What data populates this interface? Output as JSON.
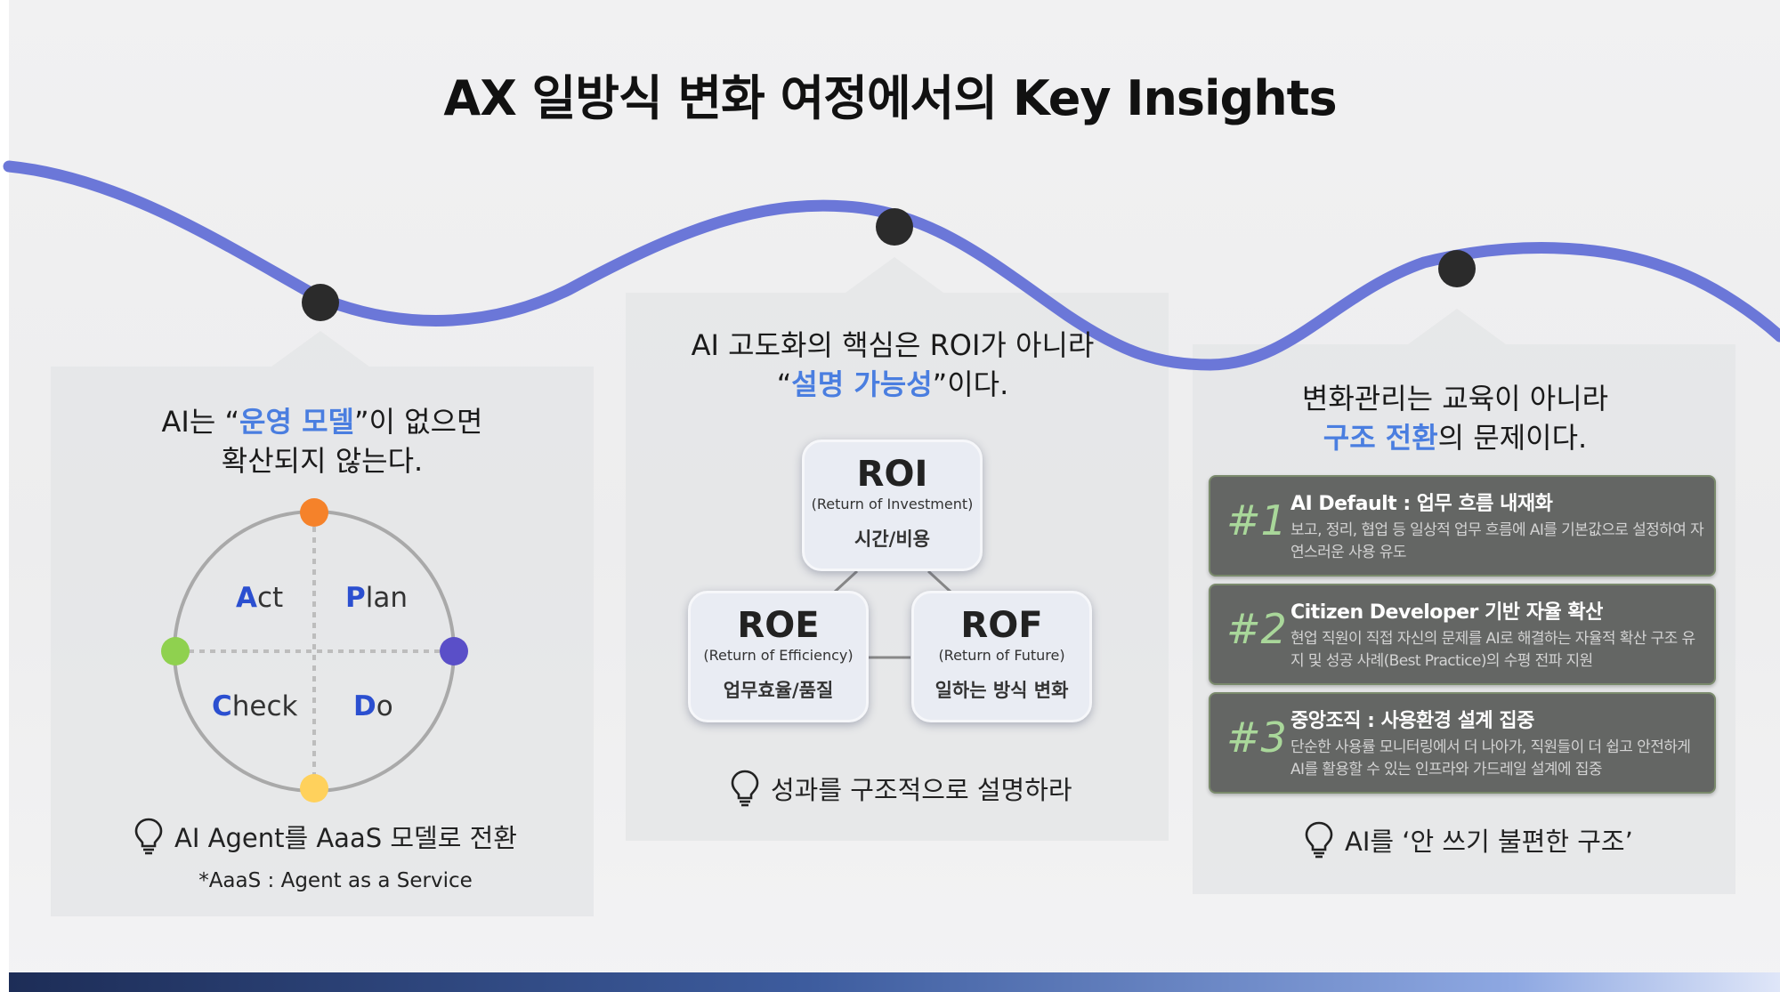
{
  "title": "AX 일방식 변화 여정에서의 Key Insights",
  "colors": {
    "wave": "#6b77d8",
    "highlight": "#4a7ee0",
    "pdca_letter": "#2b4fd0",
    "card_bg": "#646664",
    "card_number": "#a9d79a"
  },
  "panel1": {
    "headline_line1_a": "AI는 “",
    "headline_line1_hl": "운영 모델",
    "headline_line1_b": "”이 없으면",
    "headline_line2": "확산되지 않는다.",
    "pdca": [
      {
        "big": "A",
        "rest": "ct"
      },
      {
        "big": "P",
        "rest": "lan"
      },
      {
        "big": "C",
        "rest": "heck"
      },
      {
        "big": "D",
        "rest": "o"
      }
    ],
    "dot_colors": {
      "top": "#f5822a",
      "right": "#5a4fc8",
      "bottom": "#ffd15c",
      "left": "#8fd14f"
    },
    "tip": "AI Agent를 AaaS 모델로 전환",
    "footnote": "*AaaS : Agent as a Service"
  },
  "panel2": {
    "headline_line1": "AI 고도화의 핵심은 ROI가 아니라",
    "headline_line2_a": "“",
    "headline_line2_hl": "설명 가능성",
    "headline_line2_b": "”이다.",
    "boxes": [
      {
        "abbr": "ROI",
        "full": "(Return of Investment)",
        "kor": "시간/비용"
      },
      {
        "abbr": "ROE",
        "full": "(Return of Efficiency)",
        "kor": "업무효율/품질"
      },
      {
        "abbr": "ROF",
        "full": "(Return of Future)",
        "kor": "일하는 방식 변화"
      }
    ],
    "tip": "성과를 구조적으로 설명하라"
  },
  "panel3": {
    "headline_line1": "변화관리는 교육이 아니라",
    "headline_line2_hl": "구조 전환",
    "headline_line2_b": "의 문제이다.",
    "cards": [
      {
        "num": "#1",
        "title": "AI Default : 업무 흐름 내재화",
        "desc": "보고, 정리, 협업 등 일상적 업무 흐름에 AI를 기본값으로 설정하여 자연스러운 사용 유도"
      },
      {
        "num": "#2",
        "title": "Citizen Developer 기반 자율 확산",
        "desc": "현업 직원이 직접 자신의 문제를 AI로 해결하는 자율적 확산 구조 유지 및 성공 사례(Best Practice)의 수평 전파 지원"
      },
      {
        "num": "#3",
        "title": "중앙조직 : 사용환경 설계 집중",
        "desc": "단순한 사용률 모니터링에서 더 나아가, 직원들이 더 쉽고 안전하게 AI를 활용할 수 있는 인프라와 가드레일 설계에 집중"
      }
    ],
    "tip": "AI를 ‘안 쓰기 불편한 구조’"
  }
}
